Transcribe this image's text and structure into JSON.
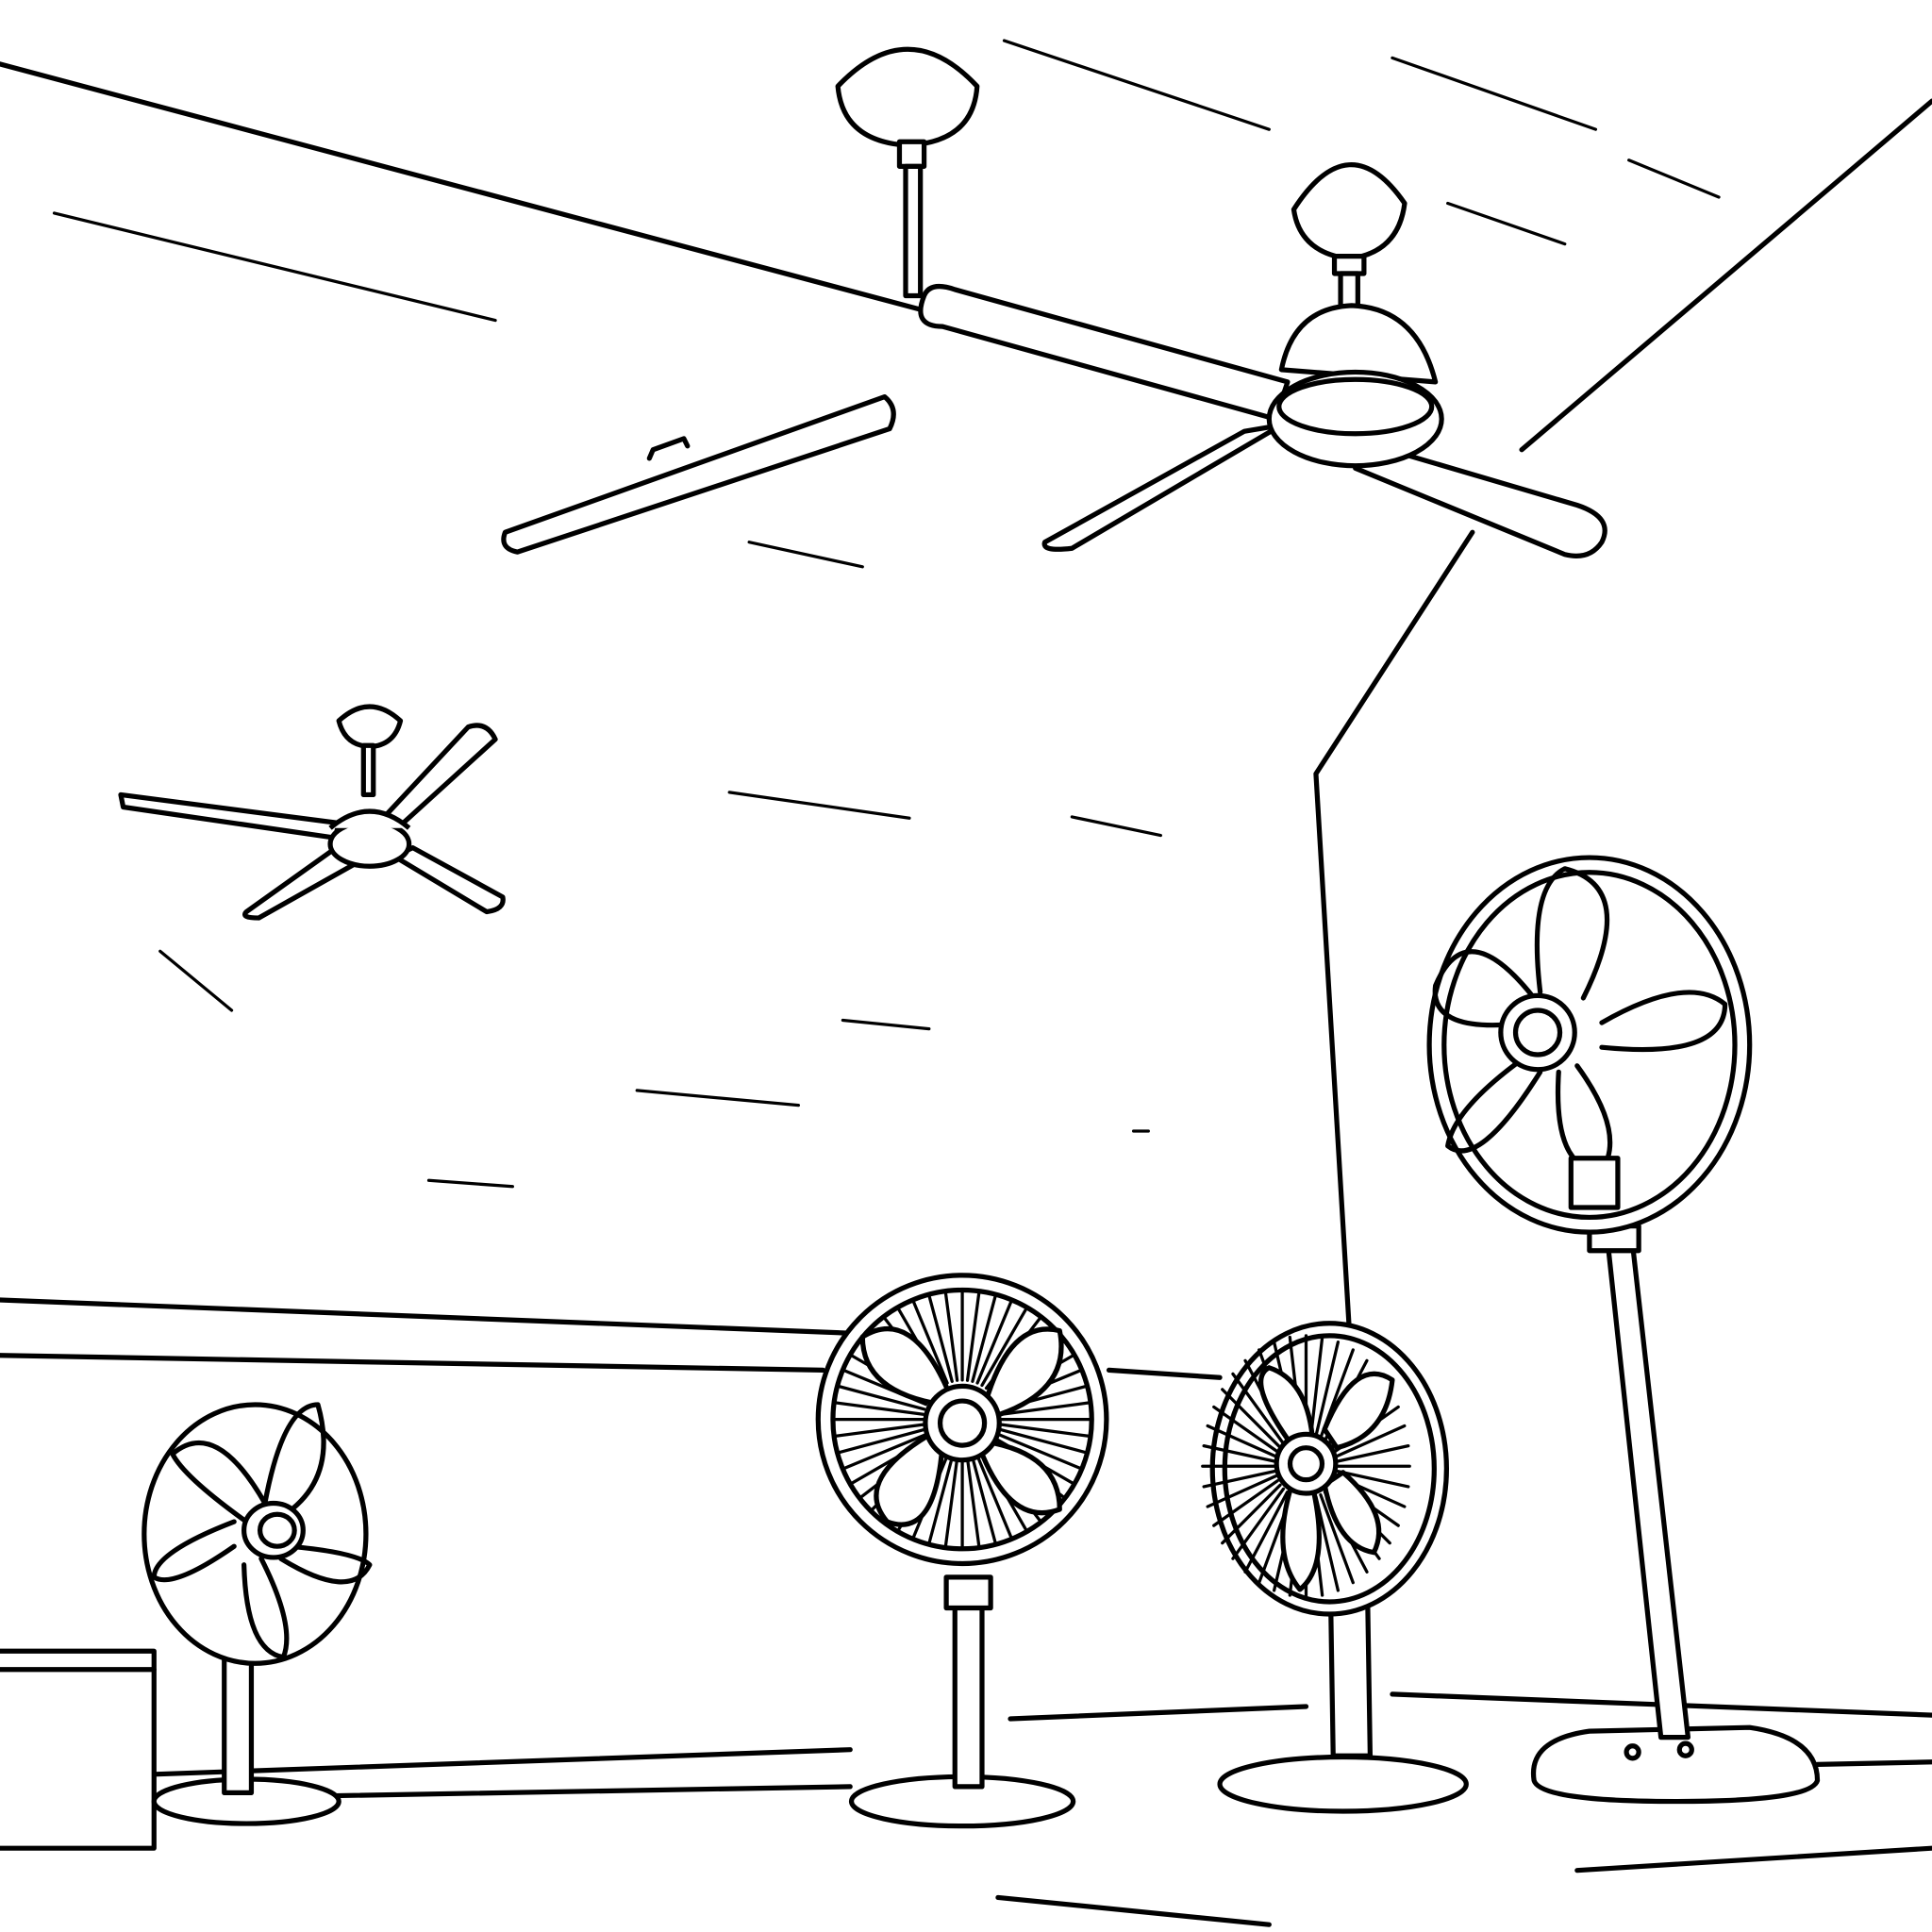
{
  "colors": {
    "line": "#000000",
    "background": "#ffffff"
  },
  "style": "black line-art coloring page",
  "scene": {
    "ceiling_fans": 3,
    "standing_fans": 4,
    "icons": [
      "ceiling-fan-icon",
      "standing-fan-icon"
    ]
  }
}
